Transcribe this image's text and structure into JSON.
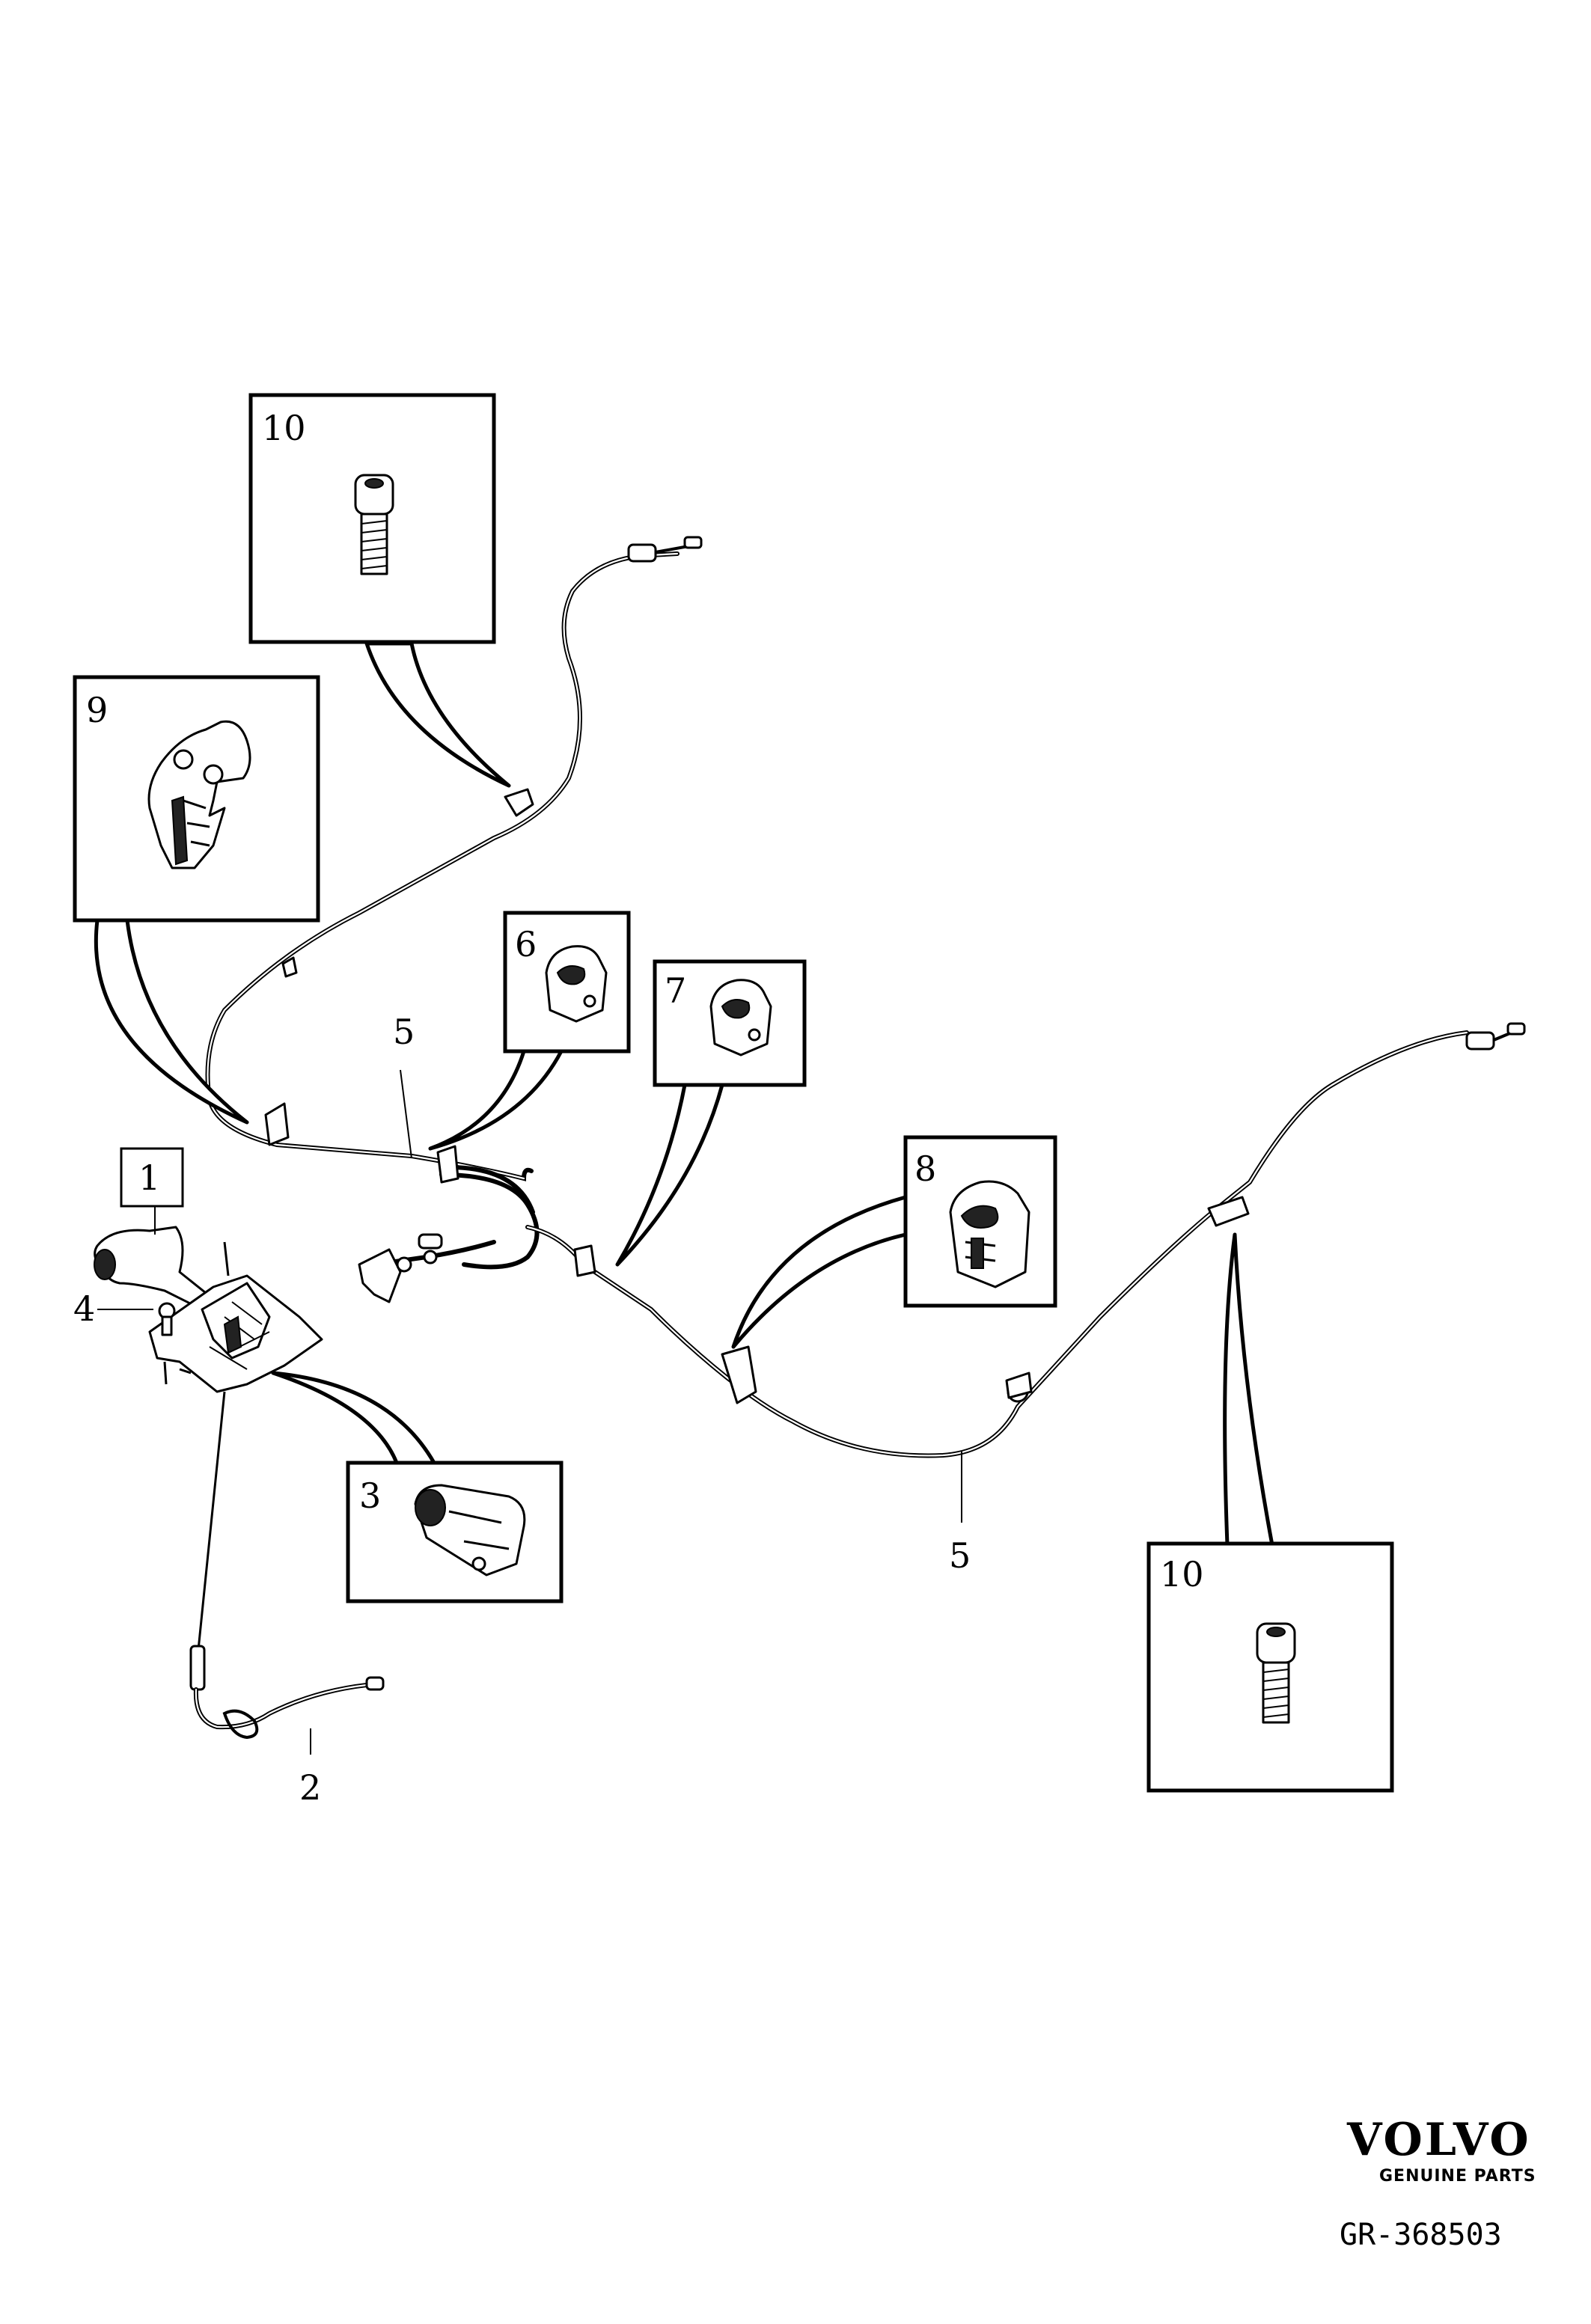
{
  "callouts": {
    "c1": "1",
    "c2": "2",
    "c3": "3",
    "c4": "4",
    "c5a": "5",
    "c5b": "5",
    "c6": "6",
    "c7": "7",
    "c8": "8",
    "c9": "9",
    "c10a": "10",
    "c10b": "10"
  },
  "brand": {
    "name": "VOLVO",
    "subtitle": "GENUINE PARTS"
  },
  "figure_code": "GR-368503"
}
